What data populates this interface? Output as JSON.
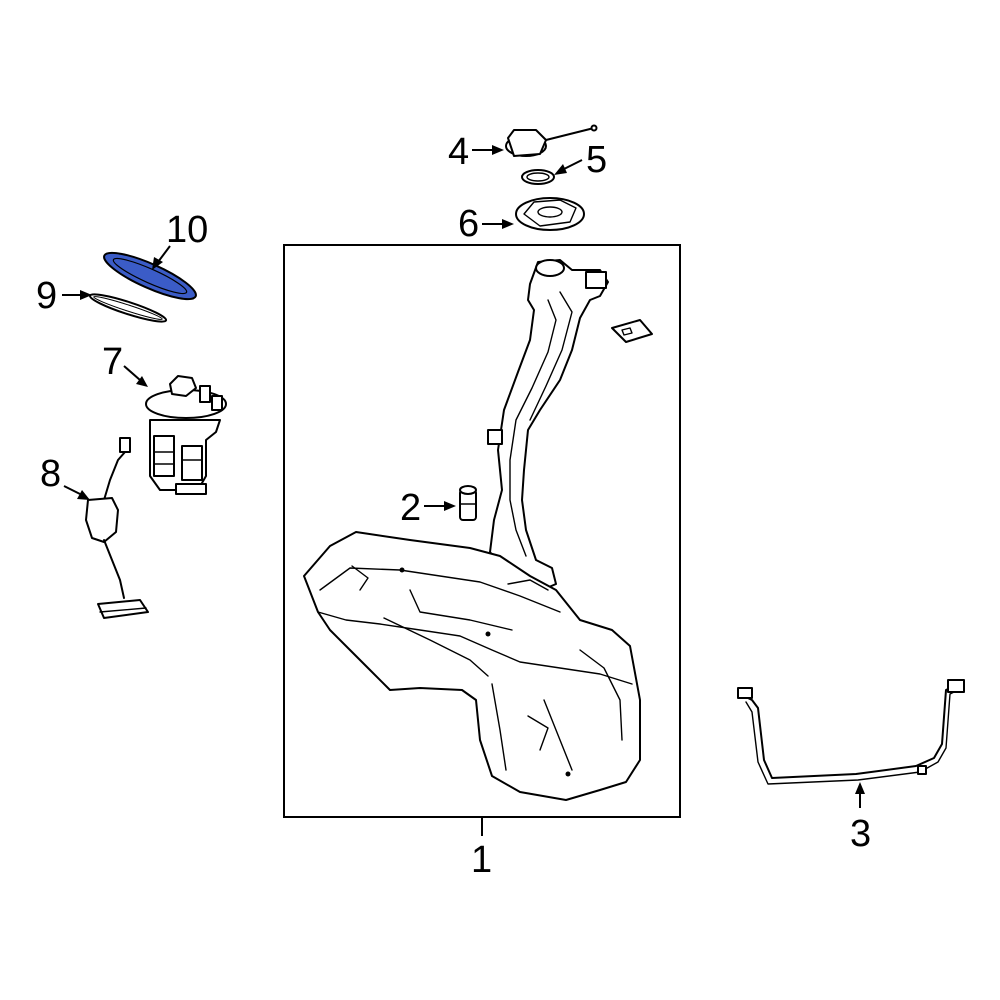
{
  "callouts": {
    "c1": "1",
    "c2": "2",
    "c3": "3",
    "c4": "4",
    "c5": "5",
    "c6": "6",
    "c7": "7",
    "c8": "8",
    "c9": "9",
    "c10": "10"
  },
  "colors": {
    "highlight": "#3b5cc7",
    "line": "#000000",
    "background": "#ffffff"
  }
}
